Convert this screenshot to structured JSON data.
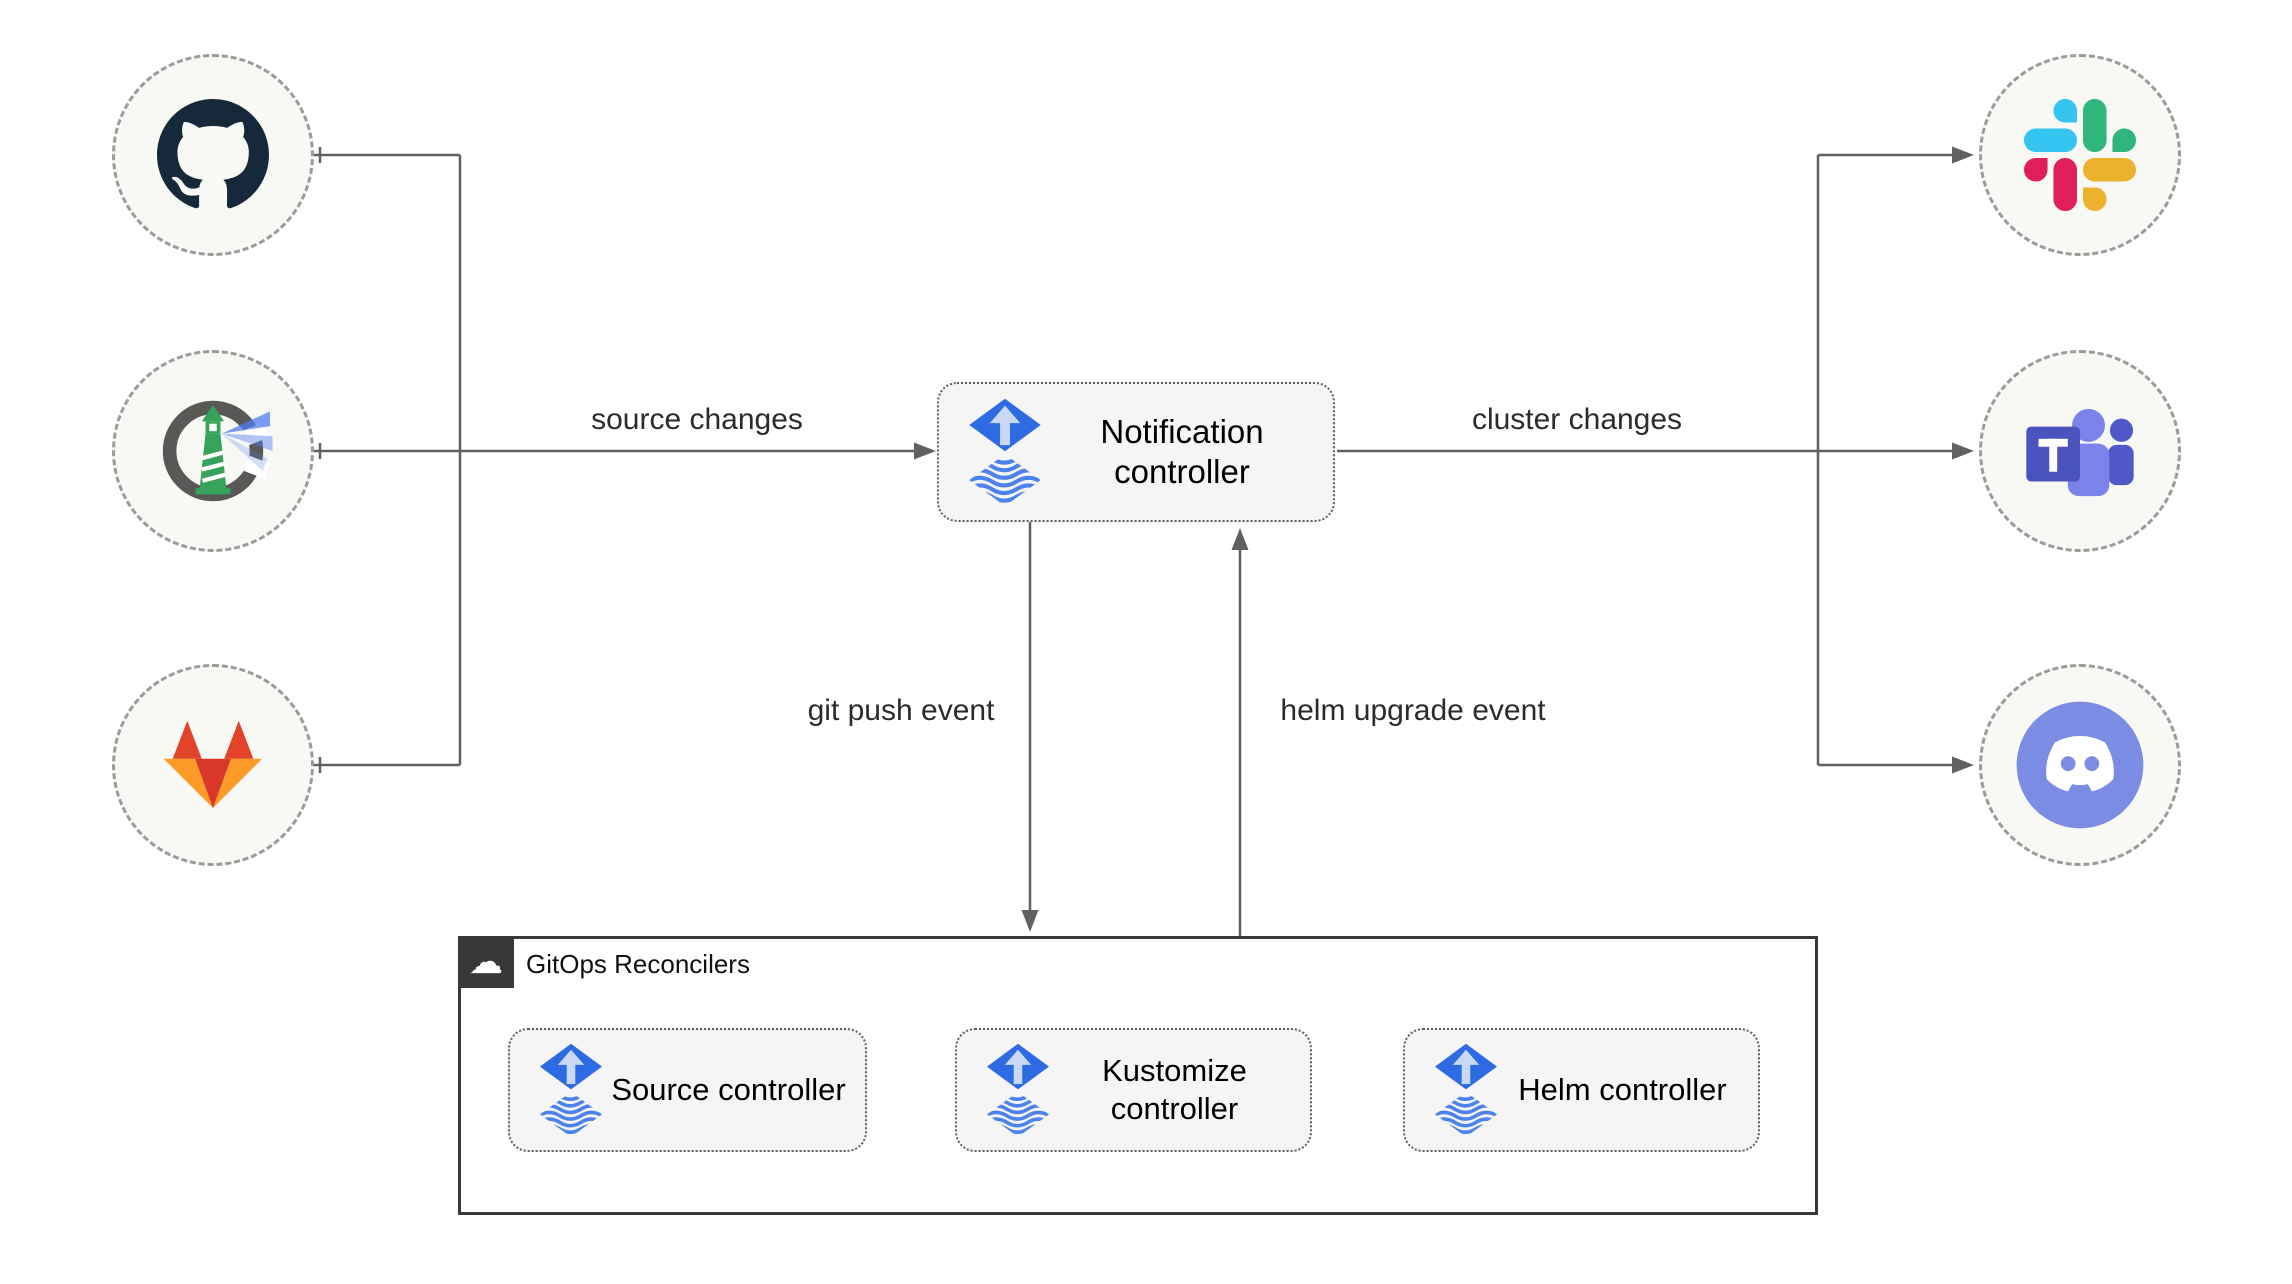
{
  "diagram_title": "Flux notification controller diagram",
  "edge_labels": {
    "source_changes": "source changes",
    "cluster_changes": "cluster changes",
    "git_push_event": "git push event",
    "helm_upgrade_event": "helm upgrade event"
  },
  "nodes": {
    "notification_controller": {
      "label": "Notification controller",
      "icon": "flux-icon"
    },
    "source_controller": {
      "label": "Source controller",
      "icon": "flux-icon"
    },
    "kustomize_controller": {
      "label": "Kustomize controller",
      "icon": "flux-icon"
    },
    "helm_controller": {
      "label": "Helm controller",
      "icon": "flux-icon"
    }
  },
  "container": {
    "label": "GitOps Reconcilers",
    "icon": "cloud-icon"
  },
  "sources": [
    {
      "name": "github",
      "icon": "github-icon"
    },
    {
      "name": "harbor",
      "icon": "harbor-icon"
    },
    {
      "name": "gitlab",
      "icon": "gitlab-icon"
    }
  ],
  "destinations": [
    {
      "name": "slack",
      "icon": "slack-icon"
    },
    {
      "name": "microsoft-teams",
      "icon": "microsoft-teams-icon"
    },
    {
      "name": "discord",
      "icon": "discord-icon"
    }
  ],
  "colors": {
    "wire": "#616161",
    "circle_border": "#9b9b9b",
    "circle_fill": "#f8f8f5",
    "box_fill": "#f5f5f5",
    "box_border": "#5f5f5f",
    "container_border": "#383838",
    "flux_blue": "#2e6be2",
    "flux_wave_blue": "#4b82ec",
    "github_dark": "#16293b",
    "gitlab_red": "#e24329",
    "gitlab_orange": "#fc9b28",
    "slack_blue": "#36c5f0",
    "slack_green": "#2eb67d",
    "slack_yellow": "#ecb22e",
    "slack_pink": "#e01e5a",
    "teams_purple": "#4b53bc",
    "discord_blurple": "#7b8ce4",
    "harbor_green": "#37a35a"
  }
}
